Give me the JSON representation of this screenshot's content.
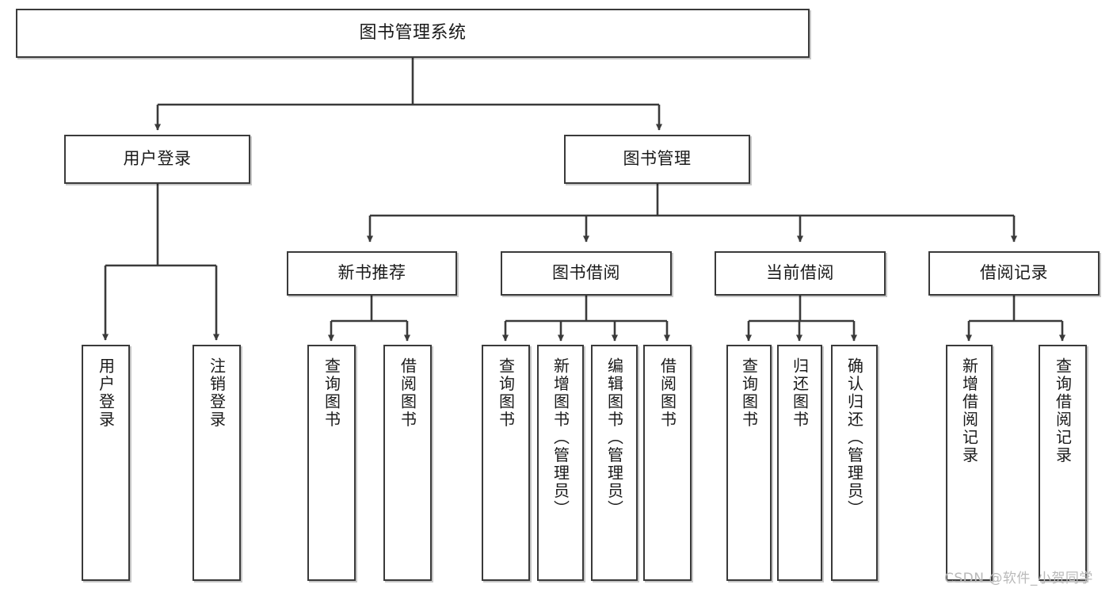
{
  "diagram": {
    "title_text": "图书管理系统",
    "watermark": "CSDN @软件_小贺同学",
    "line_color": "#3a3a3a",
    "box_fill": "#ffffff",
    "text_color": "#1a1a1a",
    "watermark_color": "#b9b9b9",
    "type": "tree-hierarchy",
    "levels": 4
  },
  "nodes": {
    "root": {
      "label": "图书管理系统",
      "level": 1,
      "orientation": "horizontal"
    },
    "l2": [
      {
        "id": "user-login",
        "label": "用户登录",
        "level": 2,
        "orientation": "horizontal"
      },
      {
        "id": "book-management",
        "label": "图书管理",
        "level": 2,
        "orientation": "horizontal"
      }
    ],
    "l3": [
      {
        "id": "new-book-recommend",
        "label": "新书推荐",
        "level": 3,
        "orientation": "horizontal",
        "parent": "book-management"
      },
      {
        "id": "book-borrow",
        "label": "图书借阅",
        "level": 3,
        "orientation": "horizontal",
        "parent": "book-management"
      },
      {
        "id": "current-borrow",
        "label": "当前借阅",
        "level": 3,
        "orientation": "horizontal",
        "parent": "book-management"
      },
      {
        "id": "borrow-record",
        "label": "借阅记录",
        "level": 3,
        "orientation": "horizontal",
        "parent": "book-management"
      }
    ],
    "leaves": [
      {
        "id": "leaf-user-login",
        "label": "用户登录",
        "parent": "user-login",
        "orientation": "vertical"
      },
      {
        "id": "leaf-logout-login",
        "label": "注销登录",
        "parent": "user-login",
        "orientation": "vertical"
      },
      {
        "id": "leaf-query-book-1",
        "label": "查询图书",
        "parent": "new-book-recommend",
        "orientation": "vertical"
      },
      {
        "id": "leaf-borrow-book-1",
        "label": "借阅图书",
        "parent": "new-book-recommend",
        "orientation": "vertical"
      },
      {
        "id": "leaf-query-book-2",
        "label": "查询图书",
        "parent": "book-borrow",
        "orientation": "vertical"
      },
      {
        "id": "leaf-add-book-admin",
        "label": "新增图书（管理员）",
        "parent": "book-borrow",
        "orientation": "vertical"
      },
      {
        "id": "leaf-edit-book-admin",
        "label": "编辑图书（管理员）",
        "parent": "book-borrow",
        "orientation": "vertical"
      },
      {
        "id": "leaf-borrow-book-2",
        "label": "借阅图书",
        "parent": "book-borrow",
        "orientation": "vertical"
      },
      {
        "id": "leaf-query-book-3",
        "label": "查询图书",
        "parent": "current-borrow",
        "orientation": "vertical"
      },
      {
        "id": "leaf-return-book",
        "label": "归还图书",
        "parent": "current-borrow",
        "orientation": "vertical"
      },
      {
        "id": "leaf-confirm-return-admin",
        "label": "确认归还（管理员）",
        "parent": "current-borrow",
        "orientation": "vertical"
      },
      {
        "id": "leaf-add-borrow-record",
        "label": "新增借阅记录",
        "parent": "borrow-record",
        "orientation": "vertical"
      },
      {
        "id": "leaf-query-borrow-record",
        "label": "查询借阅记录",
        "parent": "borrow-record",
        "orientation": "vertical"
      }
    ]
  }
}
